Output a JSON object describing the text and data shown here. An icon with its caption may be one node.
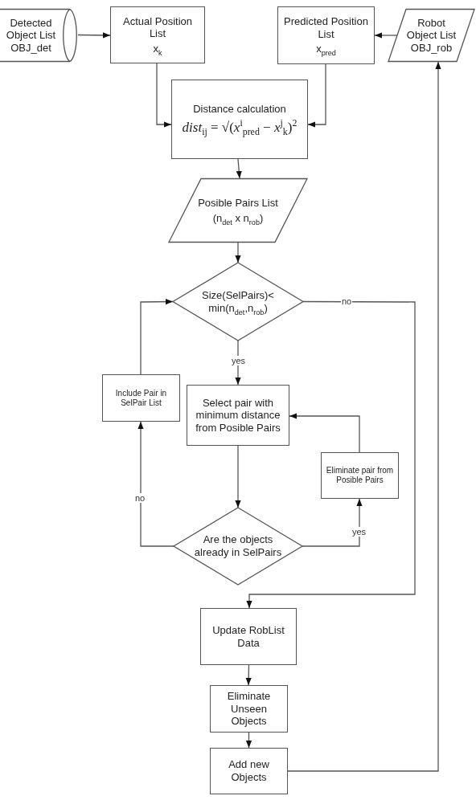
{
  "diagram": {
    "nodes": [
      {
        "text": [
          "Detected Object List OBJ_det"
        ]
      },
      {
        "text": [
          "Actual Position List",
          "x$_{k}$"
        ]
      },
      {
        "text": [
          "Predicted Position List",
          "x$_{pred}$"
        ]
      },
      {
        "text": [
          "Robot Object List OBJ_rob"
        ]
      },
      {
        "text": [
          "Distance calculation",
          "*dist*$_{ij}$ = √(*x*$^{i}$$_{pred}$ − *x*$^{j}$$_{k}$)$^{2}$"
        ]
      },
      {
        "text": [
          "Posible Pairs List",
          "(n$_{det}$ x n$_{rob}$)"
        ]
      },
      {
        "text": [
          "Size(SelPairs)< min(n$_{det}$,n$_{rob}$)"
        ]
      },
      {
        "text": [
          "Include Pair in SelPair List"
        ]
      },
      {
        "text": [
          "Select pair with minimum distance from Posible Pairs"
        ]
      },
      {
        "text": [
          "Eliminate pair from Posible Pairs"
        ]
      },
      {
        "text": [
          "Are the objects already in SelPairs"
        ]
      },
      {
        "text": [
          "Update RobList Data"
        ]
      },
      {
        "text": [
          "Eliminate Unseen Objects"
        ]
      },
      {
        "text": [
          "Add new Objects"
        ]
      }
    ],
    "edges": [
      {
        "from": 0,
        "to": 1,
        "arrow": "to"
      },
      {
        "from": 3,
        "to": 2,
        "arrow": "to"
      },
      {
        "from": 1,
        "to": 4,
        "arrow": "to"
      },
      {
        "from": 2,
        "to": 4,
        "arrow": "to"
      },
      {
        "from": 4,
        "to": 5,
        "arrow": "to"
      },
      {
        "from": 5,
        "to": 6,
        "arrow": "to"
      },
      {
        "from": 6,
        "to": 8,
        "label": "yes",
        "arrow": "to"
      },
      {
        "from": 6,
        "to": 11,
        "label": "no",
        "arrow": "to"
      },
      {
        "from": 8,
        "to": 10,
        "arrow": "to"
      },
      {
        "from": 10,
        "to": 7,
        "label": "no",
        "arrow": "to"
      },
      {
        "from": 7,
        "to": 6,
        "arrow": "to"
      },
      {
        "from": 10,
        "to": 9,
        "label": "yes",
        "arrow": "to"
      },
      {
        "from": 9,
        "to": 8,
        "arrow": "to"
      },
      {
        "from": 11,
        "to": 12,
        "arrow": "to"
      },
      {
        "from": 12,
        "to": 13,
        "arrow": "to"
      },
      {
        "from": 13,
        "to": 3,
        "arrow": "to"
      }
    ]
  }
}
